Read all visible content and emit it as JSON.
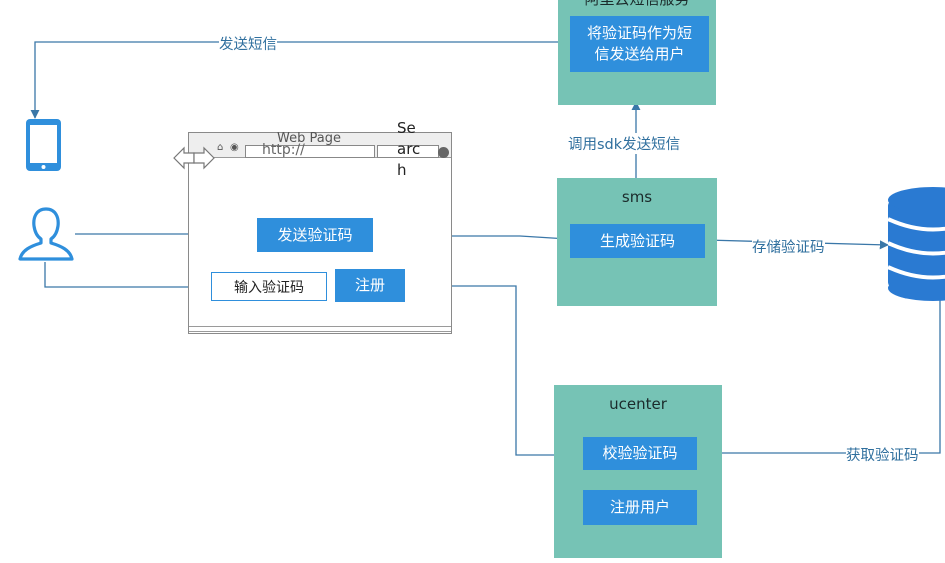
{
  "aliyun": {
    "title": "阿里云短信服务",
    "action_line1": "将验证码作为短",
    "action_line2": "信发送给用户"
  },
  "sms": {
    "title": "sms",
    "action": "生成验证码"
  },
  "ucenter": {
    "title": "ucenter",
    "verify": "校验验证码",
    "register": "注册用户"
  },
  "browser": {
    "title": "Web Page",
    "url": "http://",
    "search_line1": "Se",
    "search_line2": "arc",
    "search_line3": "h",
    "send_code_button": "发送验证码",
    "code_input": "输入验证码",
    "register_button": "注册"
  },
  "edges": {
    "send_sms": "发送短信",
    "call_sdk": "调用sdk发送短信",
    "store_code": "存储验证码",
    "get_code": "获取验证码"
  },
  "colors": {
    "panel": "#76c3b5",
    "box": "#2f8fdc",
    "line": "#3a77a8",
    "db": "#2a7ad2"
  }
}
